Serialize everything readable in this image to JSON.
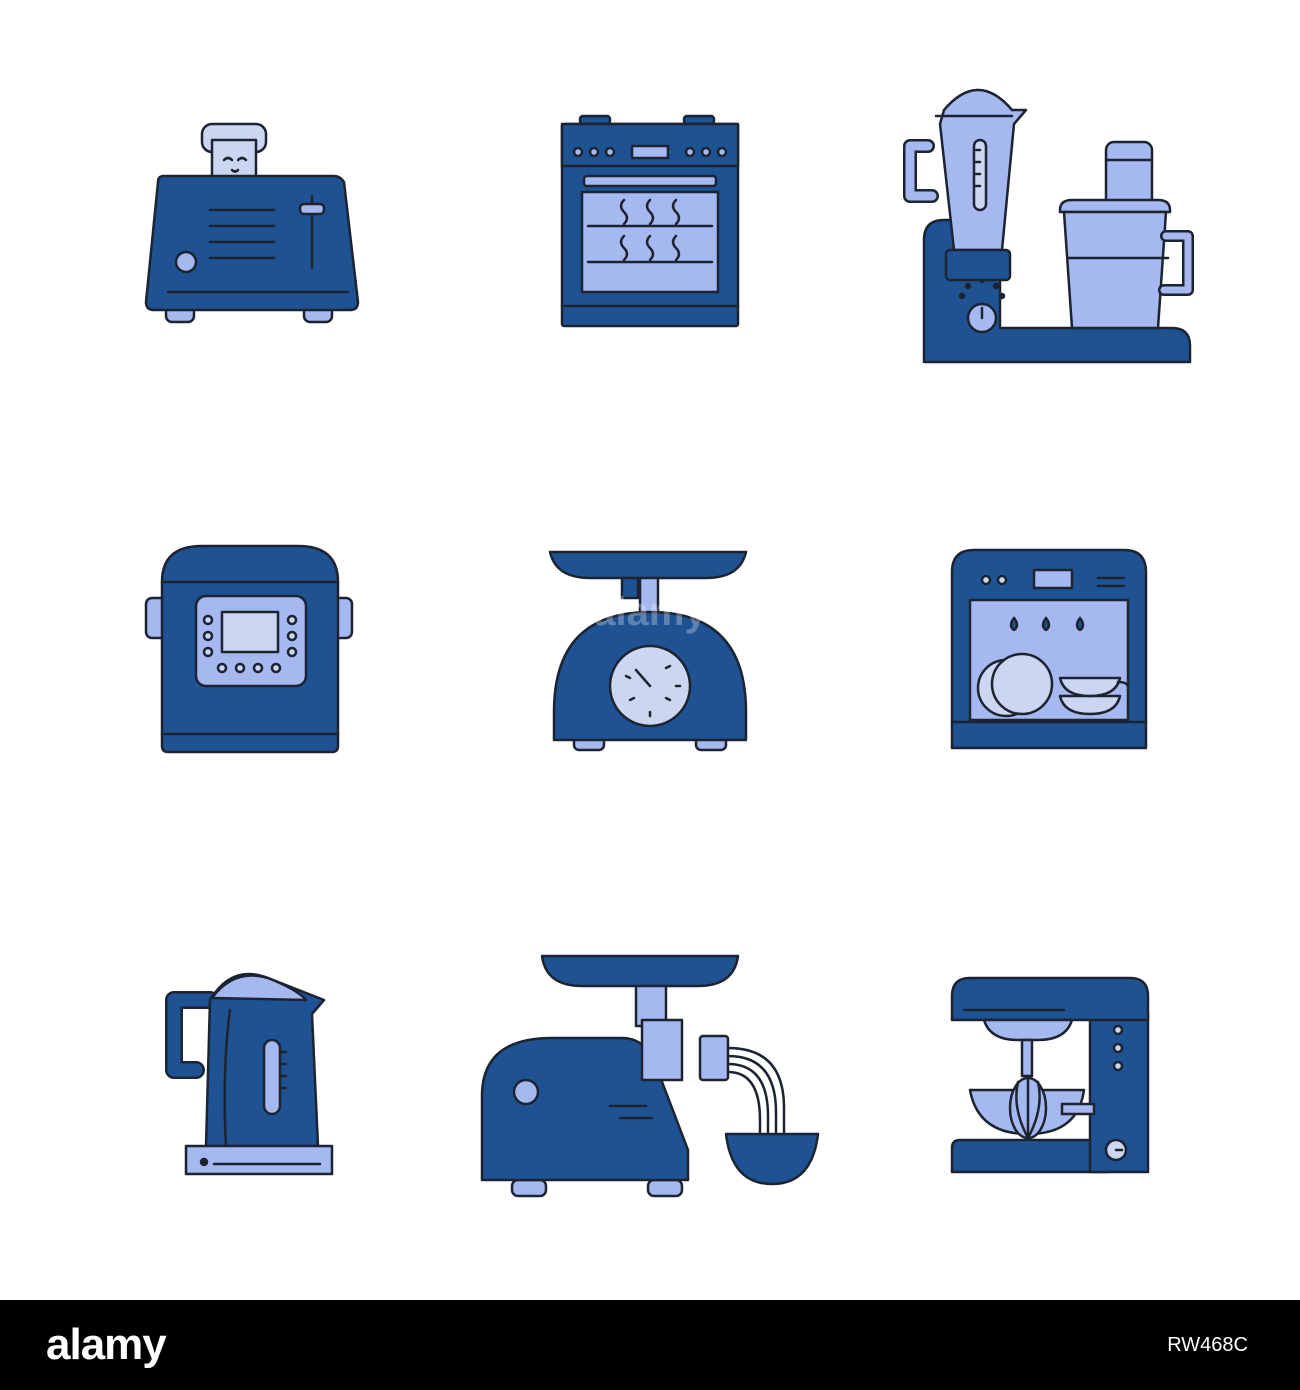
{
  "colors": {
    "dark": "#1f5293",
    "light": "#a5b8ef",
    "pale": "#cdd6f0",
    "outline": "#1c2331",
    "background": "#ffffff",
    "footer": "#000000"
  },
  "icons": [
    "toaster-icon",
    "oven-icon",
    "food-processor-icon",
    "multicooker-icon",
    "kitchen-scale-icon",
    "dishwasher-icon",
    "electric-kettle-icon",
    "meat-grinder-icon",
    "stand-mixer-icon"
  ],
  "watermark": "alamy",
  "footer": {
    "logo_text": "alamy",
    "image_code": "RW468C"
  }
}
